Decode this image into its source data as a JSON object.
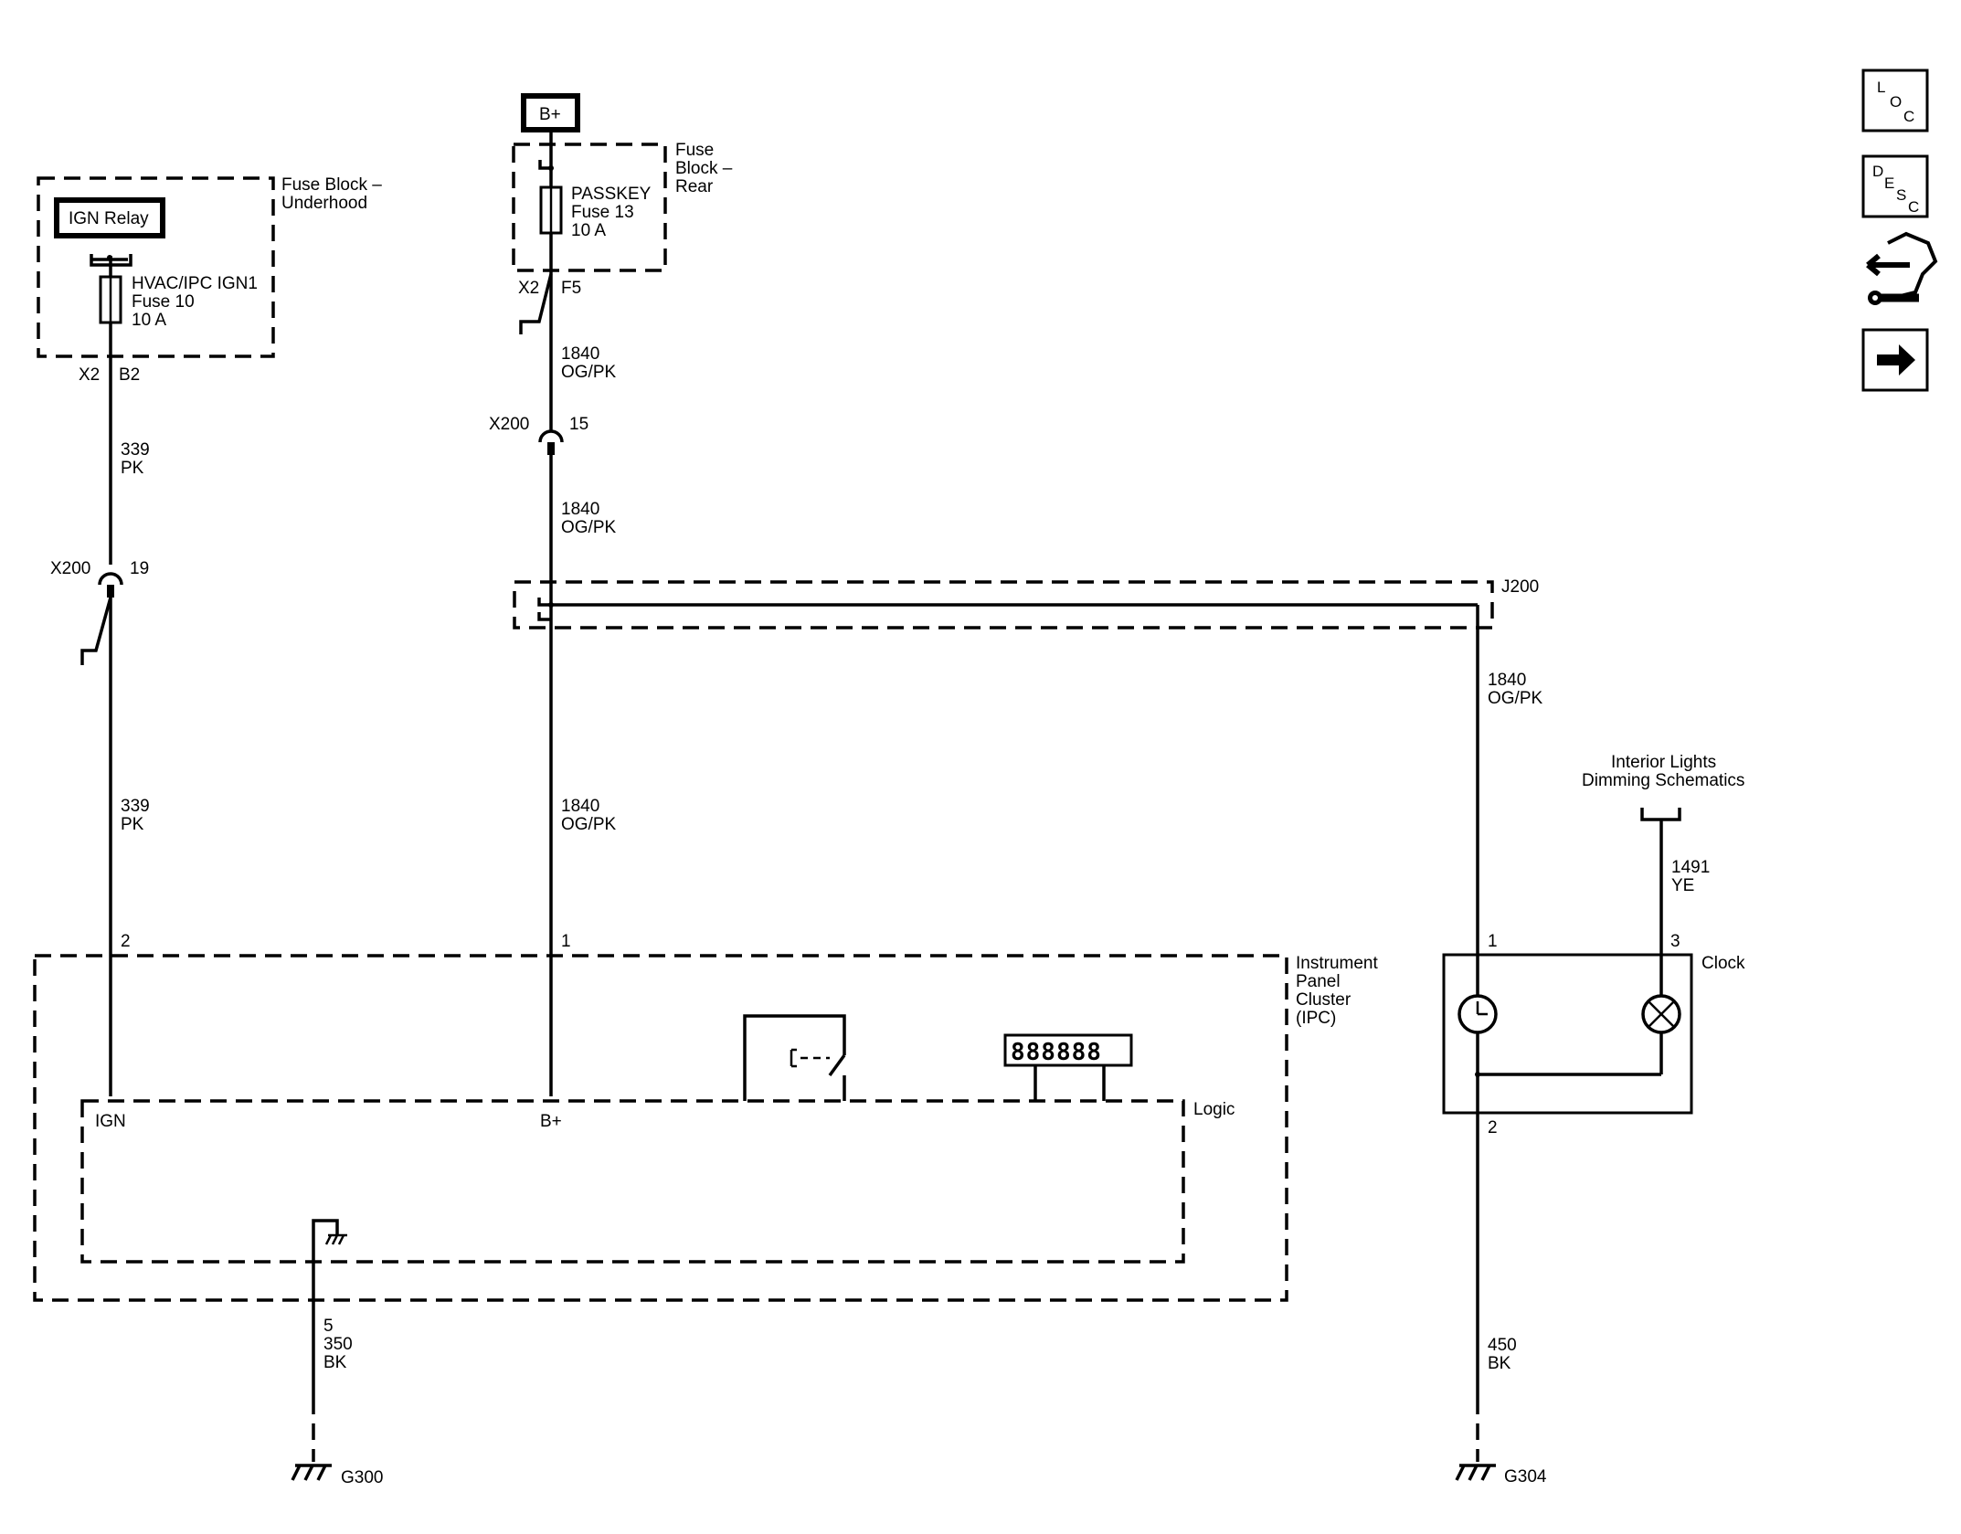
{
  "fuse_block_underhood": {
    "title_line1": "Fuse Block –",
    "title_line2": "Underhood",
    "relay_label": "IGN Relay",
    "fuse_name": "HVAC/IPC IGN1",
    "fuse_number": "Fuse 10",
    "fuse_rating": "10 A",
    "connector": "X2",
    "pin": "B2"
  },
  "fuse_block_rear": {
    "title_line1": "Fuse",
    "title_line2": "Block –",
    "title_line3": "Rear",
    "supply_label": "B+",
    "fuse_name": "PASSKEY",
    "fuse_number": "Fuse 13",
    "fuse_rating": "10 A",
    "connector": "X2",
    "pin": "F5"
  },
  "left_circuit": {
    "wire_upper_circuit": "339",
    "wire_upper_color": "PK",
    "connector": "X200",
    "connector_pin": "19",
    "wire_lower_circuit": "339",
    "wire_lower_color": "PK",
    "ipc_pin": "2"
  },
  "middle_circuit": {
    "wire_1_circuit": "1840",
    "wire_1_color": "OG/PK",
    "connector": "X200",
    "connector_pin": "15",
    "wire_2_circuit": "1840",
    "wire_2_color": "OG/PK",
    "wire_3_circuit": "1840",
    "wire_3_color": "OG/PK",
    "ipc_pin": "1"
  },
  "splice": {
    "label": "J200",
    "wire_circuit": "1840",
    "wire_color": "OG/PK"
  },
  "ipc": {
    "title_line1": "Instrument",
    "title_line2": "Panel",
    "title_line3": "Cluster",
    "title_line4": "(IPC)",
    "logic_label": "Logic",
    "ign_input": "IGN",
    "bplus_input": "B+",
    "display_digits": "888888",
    "ground_pin": "5",
    "ground_wire_circuit": "350",
    "ground_wire_color": "BK",
    "ground_label": "G300"
  },
  "clock": {
    "label": "Clock",
    "pin_1": "1",
    "pin_2": "2",
    "pin_3": "3",
    "dimming_ref_line1": "Interior Lights",
    "dimming_ref_line2": "Dimming Schematics",
    "dimming_wire_circuit": "1491",
    "dimming_wire_color": "YE",
    "ground_wire_circuit": "450",
    "ground_wire_color": "BK",
    "ground_label": "G304"
  },
  "nav_icons": {
    "loc_letters": [
      "L",
      "O",
      "C"
    ],
    "desc_letters": [
      "D",
      "E",
      "S",
      "C"
    ],
    "icons": [
      "location-icon",
      "description-icon",
      "connector-tool-icon",
      "next-page-icon"
    ]
  }
}
